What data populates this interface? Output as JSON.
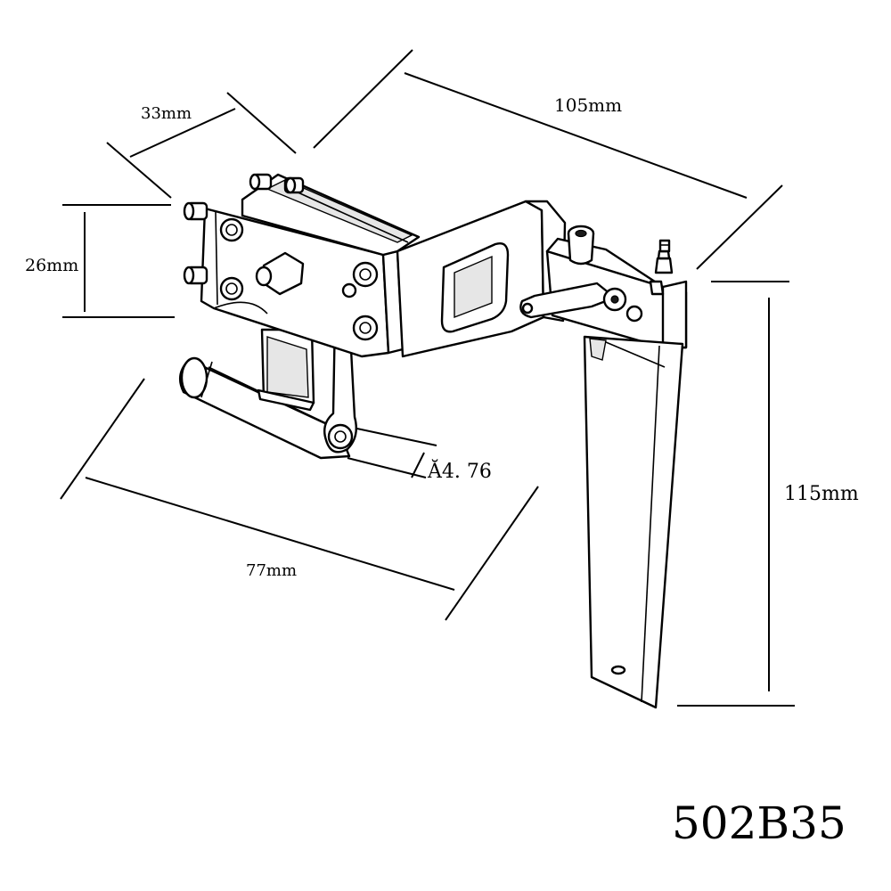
{
  "dimensions": {
    "d33": "33mm",
    "d105": "105mm",
    "d26": "26mm",
    "d115": "115mm",
    "d77": "77mm",
    "d476": "Ă4. 76"
  },
  "model_code": "502B35"
}
